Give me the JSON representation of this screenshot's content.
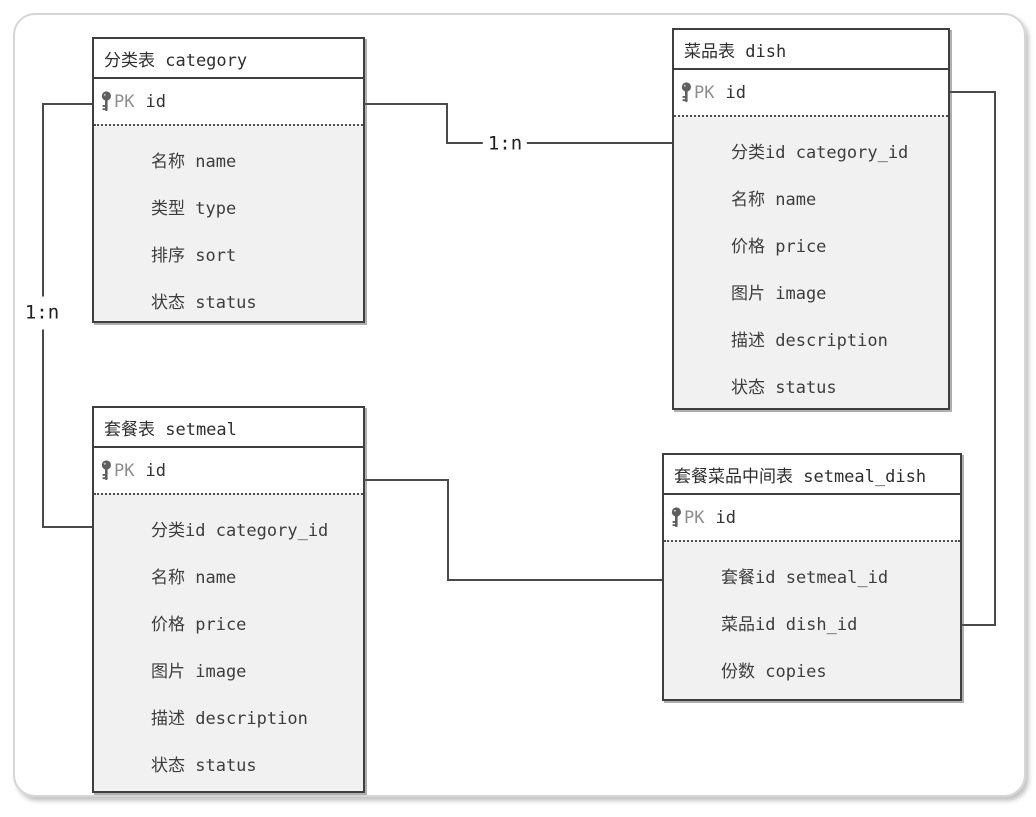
{
  "colors": {
    "entity_border": "#3f3f3f",
    "connector_line": "#4a4a4a",
    "fields_background": "#f1f1f1",
    "pk_badge_text": "#8d8d8d",
    "field_text": "#3d3d3d",
    "frame_border": "#d6d6d6"
  },
  "tables": [
    {
      "id": "category",
      "title": "分类表 category",
      "pk_label": "PK",
      "pk_field": "id",
      "fields": [
        "名称 name",
        "类型 type",
        "排序 sort",
        "状态 status"
      ]
    },
    {
      "id": "dish",
      "title": "菜品表 dish",
      "pk_label": "PK",
      "pk_field": "id",
      "fields": [
        "分类id category_id",
        "名称 name",
        "价格 price",
        "图片 image",
        "描述 description",
        "状态 status"
      ]
    },
    {
      "id": "setmeal",
      "title": "套餐表 setmeal",
      "pk_label": "PK",
      "pk_field": "id",
      "fields": [
        "分类id category_id",
        "名称 name",
        "价格 price",
        "图片 image",
        "描述 description",
        "状态 status"
      ]
    },
    {
      "id": "setmeal_dish",
      "title": "套餐菜品中间表 setmeal_dish",
      "pk_label": "PK",
      "pk_field": "id",
      "fields": [
        "套餐id setmeal_id",
        "菜品id dish_id",
        "份数 copies"
      ]
    }
  ],
  "relationships": [
    {
      "from": "category",
      "to": "dish",
      "label": "1:n"
    },
    {
      "from": "category",
      "to": "setmeal",
      "label": "1:n"
    },
    {
      "from": "setmeal",
      "to": "setmeal_dish",
      "label": ""
    },
    {
      "from": "dish",
      "to": "setmeal_dish",
      "label": ""
    }
  ]
}
